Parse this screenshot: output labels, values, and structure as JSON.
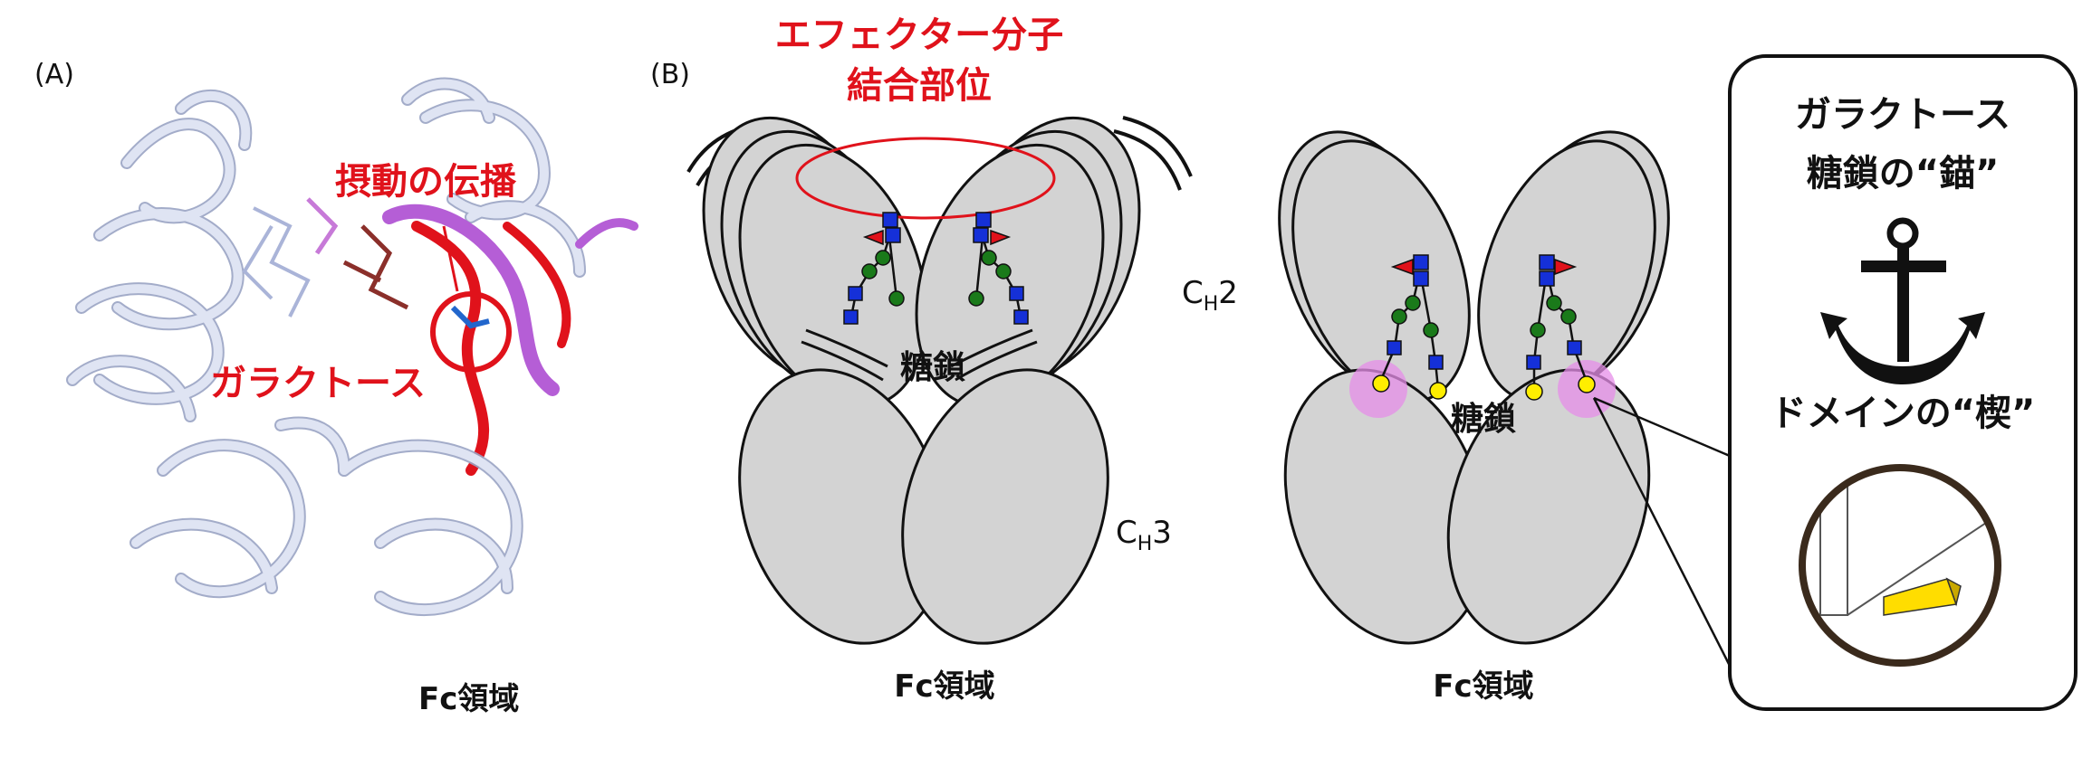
{
  "panel_a": {
    "label": "(A)",
    "perturbation_label": "摂動の伝播",
    "galactose_label": "ガラクトース",
    "fc_label": "Fc領域"
  },
  "panel_b": {
    "label": "(B)",
    "effector_line1": "エフェクター分子",
    "effector_line2": "結合部位",
    "glycan_left": "糖鎖",
    "glycan_right": "糖鎖",
    "ch2_main": "C",
    "ch2_sub": "H",
    "ch2_num": "2",
    "ch3_main": "C",
    "ch3_sub": "H",
    "ch3_num": "3",
    "fc_left": "Fc領域",
    "fc_right": "Fc領域"
  },
  "callout": {
    "line1": "ガラクトース",
    "line2": "糖鎖の“錨”",
    "line3": "ドメインの“楔”"
  },
  "colors": {
    "red": "#e0121b",
    "domain_gray": "#d3d3d3",
    "glycan_blue": "#1530d8",
    "glycan_green": "#1a7a1a",
    "galactose_yellow": "#ffee00",
    "highlight_pink": "#e58ee8",
    "protein_blue": "#c8d0e8"
  }
}
